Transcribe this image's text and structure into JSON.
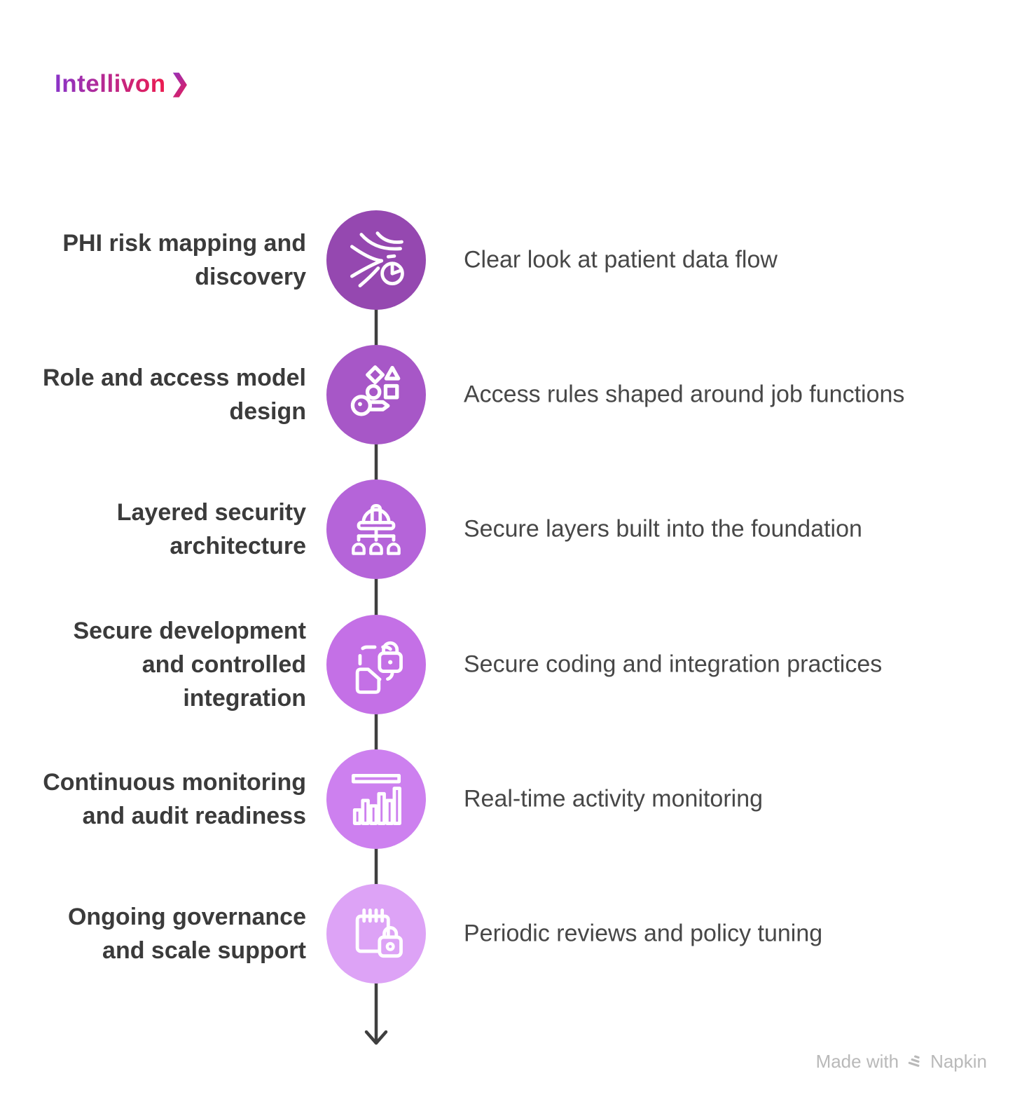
{
  "logo": {
    "text": "Intellivon",
    "chevron": "❯",
    "gradient_start": "#8A34C9",
    "gradient_end": "#ED1B4E"
  },
  "timeline": {
    "line_color": "#3F3F3F",
    "direction": "down-arrow"
  },
  "steps": [
    {
      "title": "PHI risk mapping and discovery",
      "description": "Clear look at patient data flow",
      "icon": "data-flow-pie-icon",
      "color": "#9548B0"
    },
    {
      "title": "Role and access model design",
      "description": "Access rules shaped around job functions",
      "icon": "key-shapes-icon",
      "color": "#A757C7"
    },
    {
      "title": "Layered security architecture",
      "description": "Secure layers built into the foundation",
      "icon": "hard-hat-hierarchy-icon",
      "color": "#B564D9"
    },
    {
      "title": "Secure development and controlled integration",
      "description": "Secure coding and integration practices",
      "icon": "dashed-frame-lock-icon",
      "color": "#C470E6"
    },
    {
      "title": "Continuous monitoring and audit readiness",
      "description": "Real-time activity monitoring",
      "icon": "bar-chart-monitor-icon",
      "color": "#CD80EF"
    },
    {
      "title": "Ongoing governance and scale support",
      "description": "Periodic reviews and policy tuning",
      "icon": "notepad-lock-icon",
      "color": "#DDA3F6"
    }
  ],
  "footer": {
    "made_with": "Made with",
    "brand": "Napkin",
    "icon": "napkin-logo-icon",
    "text_color": "#B9B9B9"
  }
}
